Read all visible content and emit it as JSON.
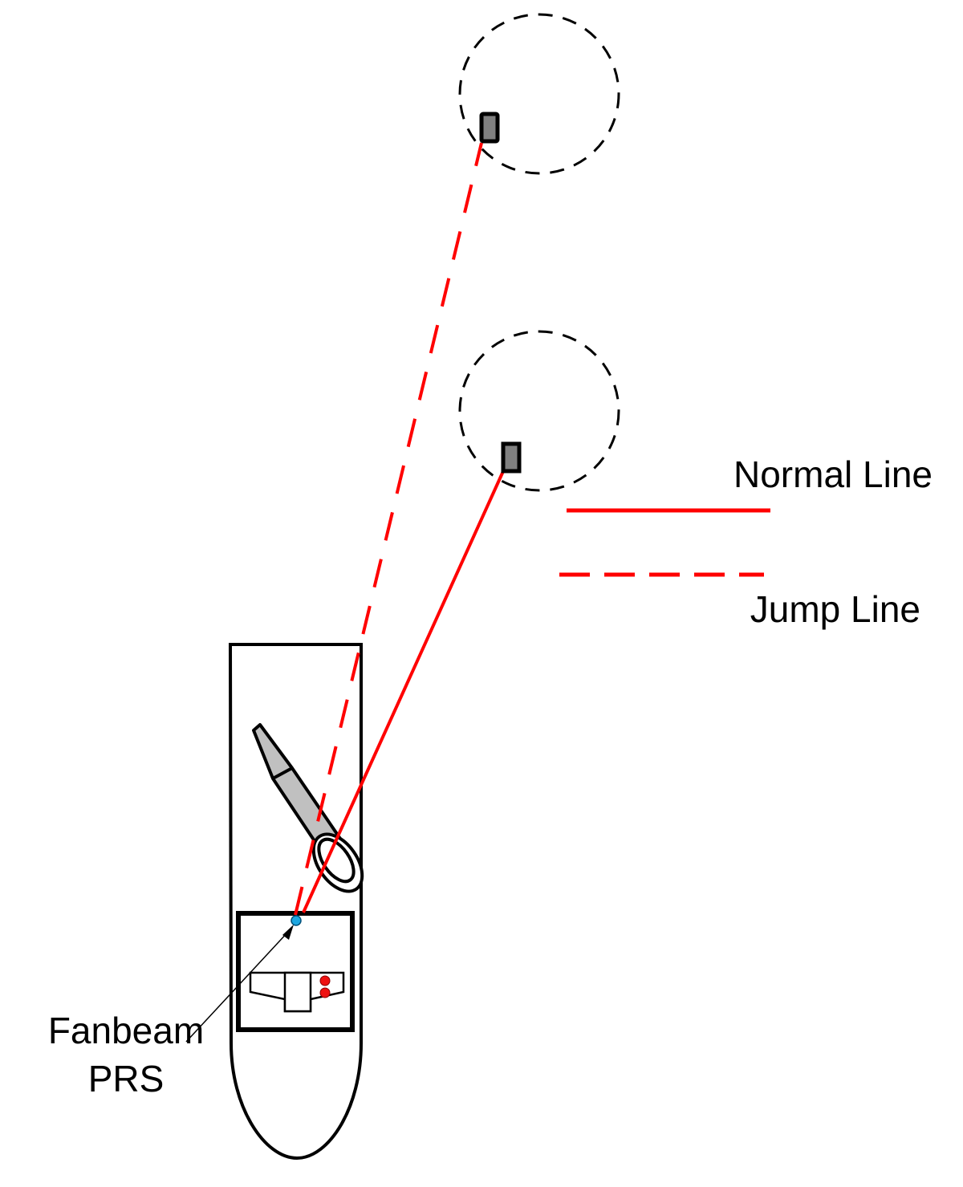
{
  "diagram": {
    "description": "Vessel with crane and Fanbeam PRS tracking two targets within dashed watch circles",
    "legend": {
      "normal_line_label": "Normal Line",
      "jump_line_label": "Jump Line"
    },
    "sensor_label_line1": "Fanbeam",
    "sensor_label_line2": "PRS",
    "colors": {
      "line_red": "#ff0000",
      "sensor_blue": "#1ea7e1",
      "crane_gray": "#c0c0c0",
      "target_gray": "#808080",
      "indicator_red": "#ee1111",
      "outline": "#000000"
    },
    "targets": [
      {
        "name": "target-upper",
        "connection": "jump"
      },
      {
        "name": "target-lower",
        "connection": "normal"
      }
    ]
  }
}
